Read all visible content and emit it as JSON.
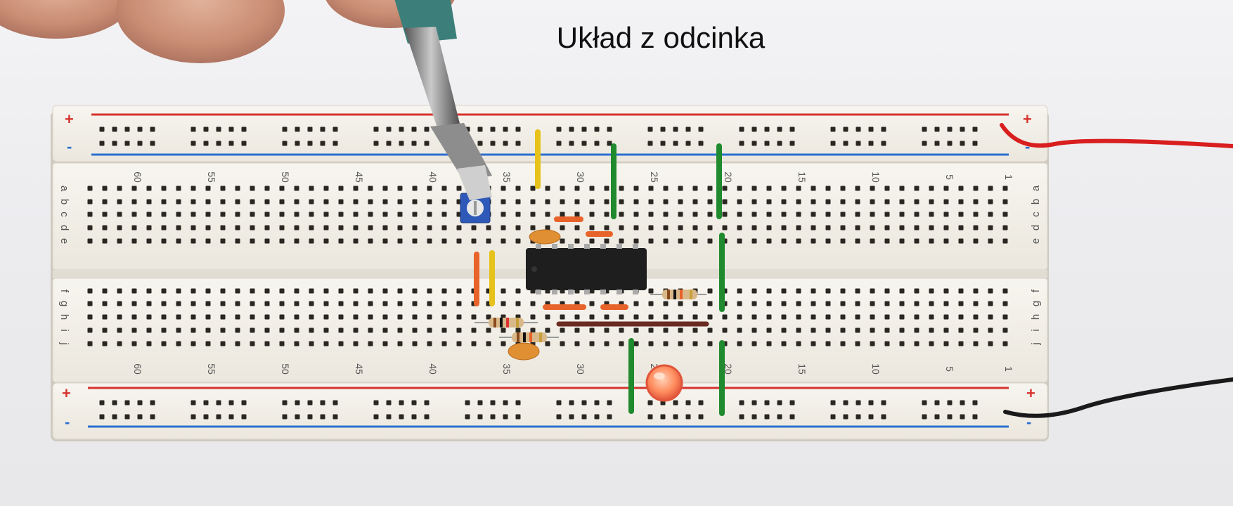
{
  "caption": "Układ z odcinka",
  "breadboard": {
    "column_numbers": [
      "60",
      "55",
      "50",
      "45",
      "40",
      "35",
      "30",
      "25",
      "20",
      "15",
      "10",
      "5",
      "1"
    ],
    "row_letters_top": [
      "a",
      "b",
      "c",
      "d",
      "e"
    ],
    "row_letters_bottom": [
      "f",
      "g",
      "h",
      "i",
      "j"
    ],
    "rail_plus": "+",
    "rail_minus": "-"
  },
  "colors": {
    "board": "#f4f1ea",
    "rail_red": "#d6332d",
    "rail_blue": "#2c6fcf",
    "wire_red": "#d81e1e",
    "wire_black": "#1a1a1a",
    "jumper_green": "#1f8a2e",
    "jumper_yellow": "#e6c21a",
    "jumper_orange": "#e8632a",
    "jumper_brown": "#6b2a22",
    "chip": "#1e1e1e",
    "led": "#ff8a5c"
  }
}
